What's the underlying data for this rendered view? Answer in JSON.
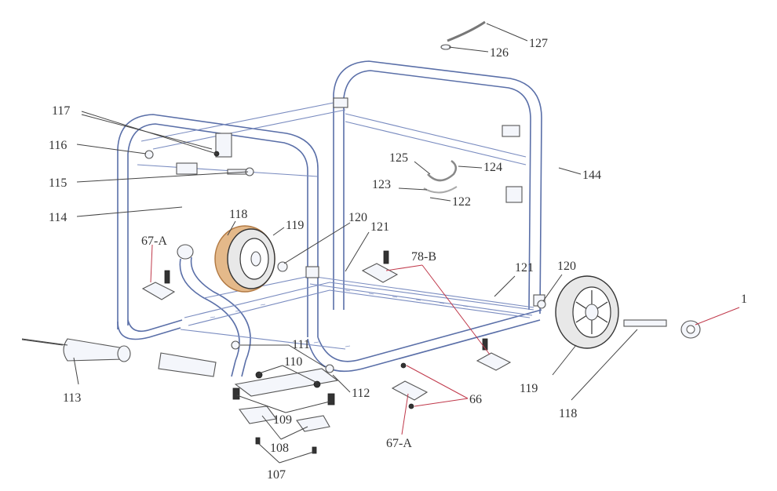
{
  "diagram": {
    "labels": {
      "l127": "127",
      "l126": "126",
      "l117": "117",
      "l116": "116",
      "l115": "115",
      "l114": "114",
      "l118a": "118",
      "l119a": "119",
      "l120a": "120",
      "l121a": "121",
      "l67a1": "67-A",
      "l125": "125",
      "l124": "124",
      "l123": "123",
      "l122": "122",
      "l144": "144",
      "l78b": "78-B",
      "l121b": "121",
      "l120b": "120",
      "l1": "1",
      "l111": "111",
      "l110": "110",
      "l112": "112",
      "l113": "113",
      "l109": "109",
      "l108": "108",
      "l107": "107",
      "l66": "66",
      "l67a2": "67-A",
      "l119b": "119",
      "l118b": "118"
    }
  }
}
